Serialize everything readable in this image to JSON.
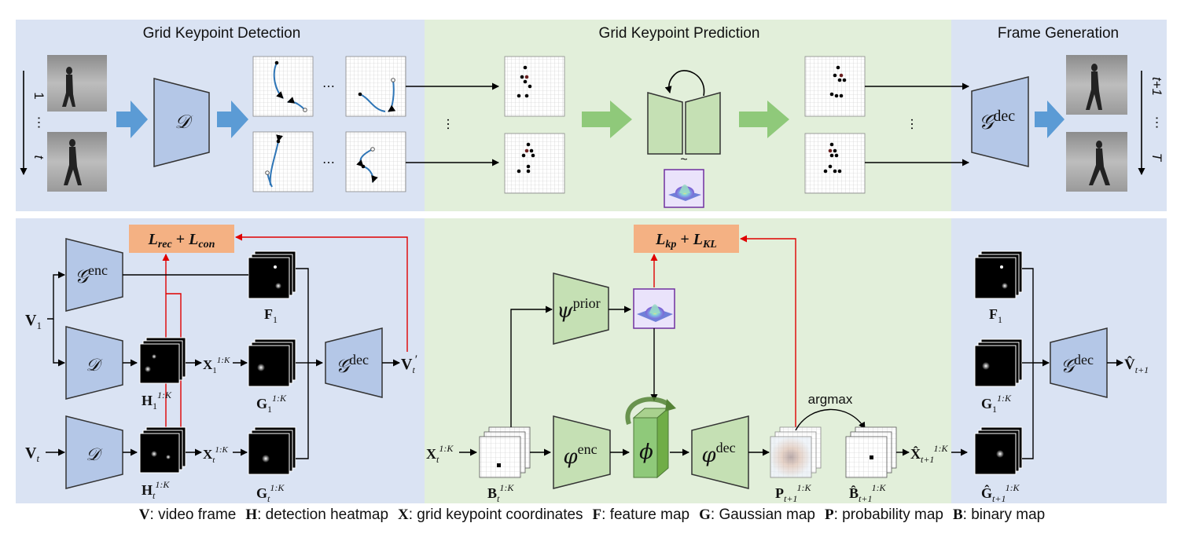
{
  "sections": {
    "detection": "Grid Keypoint Detection",
    "prediction": "Grid Keypoint Prediction",
    "generation": "Frame Generation"
  },
  "colors": {
    "detection_bg": "#dae3f3",
    "prediction_bg": "#e2efda",
    "loss_box": "#f4b183",
    "blue_arrow": "#5b9bd5",
    "green_arrow": "#8fc97a",
    "feedback_line": "#e00000",
    "trajectory": "#2e75b6"
  },
  "top": {
    "time_start": "1",
    "time_ellipsis": "⋯",
    "time_end": "t",
    "detector": "𝒟",
    "ellipsis": "⋯",
    "generator": "𝒢",
    "generator_sup": "dec",
    "out_time_start": "t+1",
    "out_time_ellipsis": "⋯",
    "out_time_end": "T",
    "sample_symbol": "~"
  },
  "bottom": {
    "loss_left": "L_rec + L_con",
    "loss_left_a": "L",
    "loss_left_a_sub": "rec",
    "loss_left_plus": " + ",
    "loss_left_b": "L",
    "loss_left_b_sub": "con",
    "loss_right_a": "L",
    "loss_right_a_sub": "kp",
    "loss_right_plus": " + ",
    "loss_right_b": "L",
    "loss_right_b_sub": "KL",
    "g_enc": "𝒢",
    "g_enc_sup": "enc",
    "d": "𝒟",
    "g_dec": "𝒢",
    "g_dec_sup": "dec",
    "v1": "V",
    "v1_sub": "1",
    "vt": "V",
    "vt_sub": "t",
    "vprime": "V",
    "vprime_sub": "t",
    "vprime_mark": "′",
    "h1": "H",
    "h1_sub": "1",
    "h1_sup": "1:K",
    "ht": "H",
    "ht_sub": "t",
    "ht_sup": "1:K",
    "x1": "X",
    "x1_sub": "1",
    "x1_sup": "1:K",
    "xt": "X",
    "xt_sub": "t",
    "xt_sup": "1:K",
    "g1": "G",
    "g1_sub": "1",
    "g1_sup": "1:K",
    "gt": "G",
    "gt_sub": "t",
    "gt_sup": "1:K",
    "f1": "F",
    "f1_sub": "1",
    "psi": "ψ",
    "psi_sup": "prior",
    "phi_enc": "φ",
    "phi_enc_sup": "enc",
    "phi_dec": "φ",
    "phi_dec_sup": "dec",
    "phi_block": "ϕ",
    "xin": "X",
    "xin_sub": "t",
    "xin_sup": "1:K",
    "bt": "B",
    "bt_sub": "t",
    "bt_sup": "1:K",
    "pt1": "P",
    "pt1_sub": "t+1",
    "pt1_sup": "1:K",
    "argmax": "argmax",
    "bhat": "B̂",
    "bhat_sub": "t+1",
    "bhat_sup": "1:K",
    "xhat": "X̂",
    "xhat_sub": "t+1",
    "xhat_sup": "1:K",
    "f1r": "F",
    "f1r_sub": "1",
    "g1r": "G",
    "g1r_sub": "1",
    "g1r_sup": "1:K",
    "ghat": "Ĝ",
    "ghat_sub": "t+1",
    "ghat_sup": "1:K",
    "g_dec_r": "𝒢",
    "g_dec_r_sup": "dec",
    "vhat": "V̂",
    "vhat_sub": "t+1"
  },
  "legend": [
    {
      "key": "V",
      "text": ": video frame"
    },
    {
      "key": "H",
      "text": ": detection heatmap"
    },
    {
      "key": "X",
      "text": ": grid keypoint coordinates"
    },
    {
      "key": "F",
      "text": ": feature map"
    },
    {
      "key": "G",
      "text": ": Gaussian map"
    },
    {
      "key": "P",
      "text": ": probability map"
    },
    {
      "key": "B",
      "text": ": binary map"
    }
  ]
}
